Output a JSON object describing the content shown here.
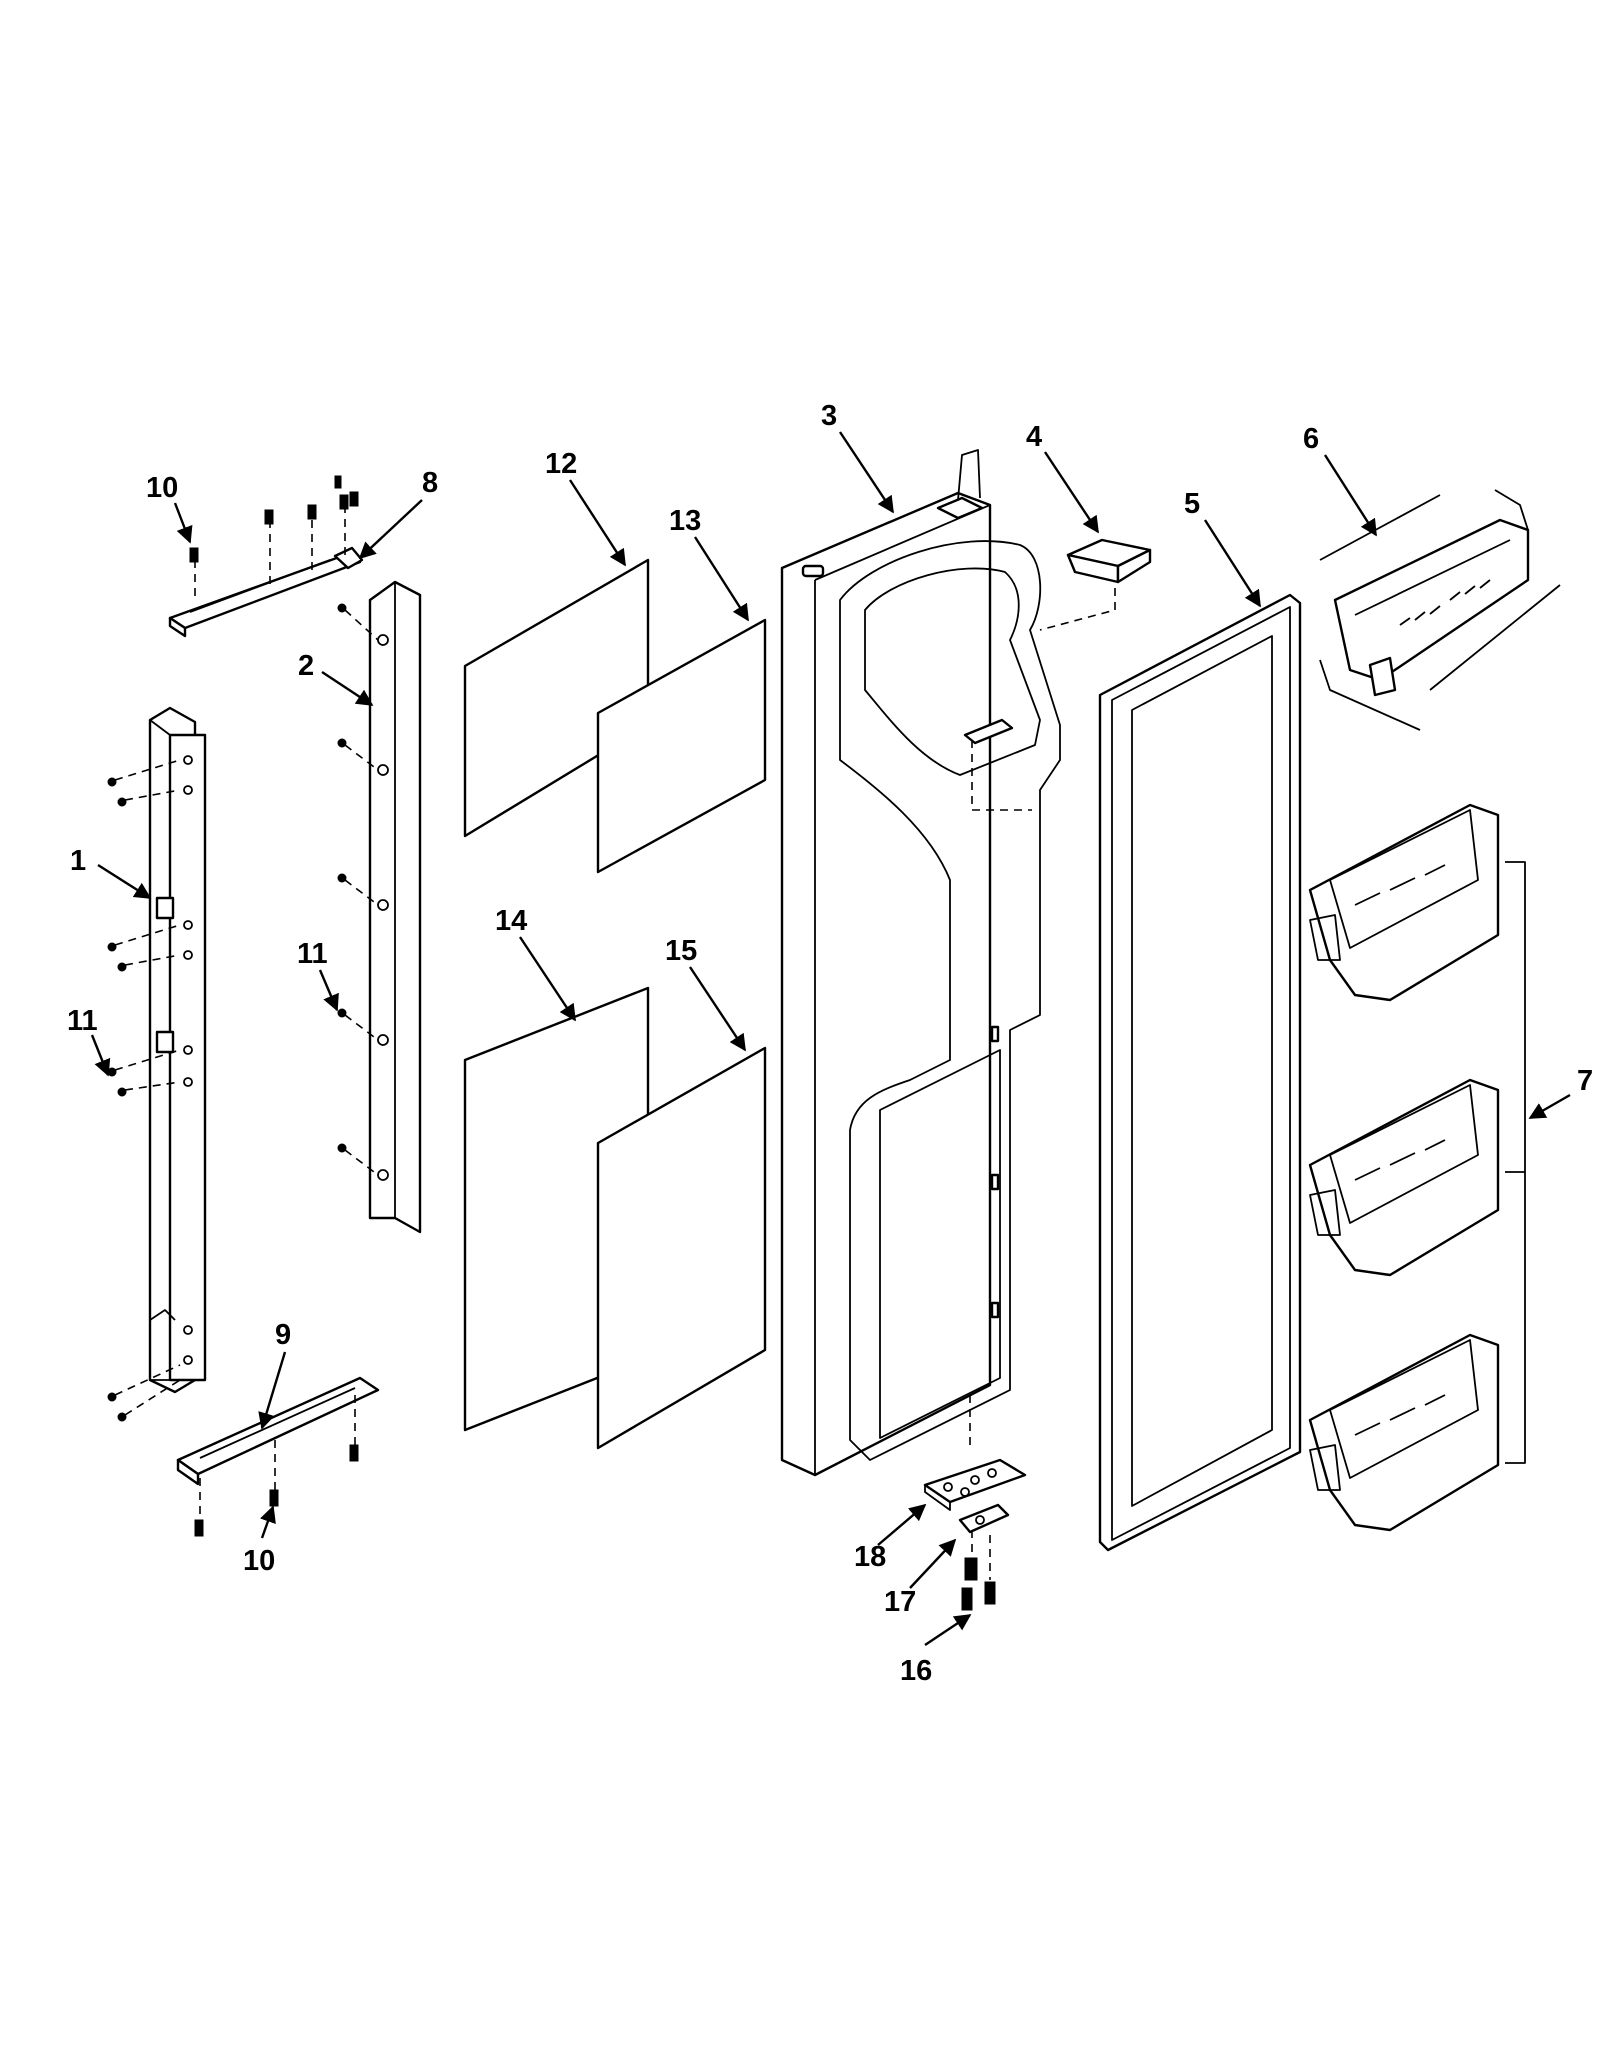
{
  "callouts": [
    {
      "id": "c1",
      "text": "1"
    },
    {
      "id": "c2",
      "text": "2"
    },
    {
      "id": "c3",
      "text": "3"
    },
    {
      "id": "c4",
      "text": "4"
    },
    {
      "id": "c5",
      "text": "5"
    },
    {
      "id": "c6",
      "text": "6"
    },
    {
      "id": "c7",
      "text": "7"
    },
    {
      "id": "c8",
      "text": "8"
    },
    {
      "id": "c9",
      "text": "9"
    },
    {
      "id": "c10a",
      "text": "10"
    },
    {
      "id": "c10b",
      "text": "10"
    },
    {
      "id": "c11a",
      "text": "11"
    },
    {
      "id": "c11b",
      "text": "11"
    },
    {
      "id": "c12",
      "text": "12"
    },
    {
      "id": "c13",
      "text": "13"
    },
    {
      "id": "c14",
      "text": "14"
    },
    {
      "id": "c15",
      "text": "15"
    },
    {
      "id": "c16",
      "text": "16"
    },
    {
      "id": "c17",
      "text": "17"
    },
    {
      "id": "c18",
      "text": "18"
    }
  ]
}
